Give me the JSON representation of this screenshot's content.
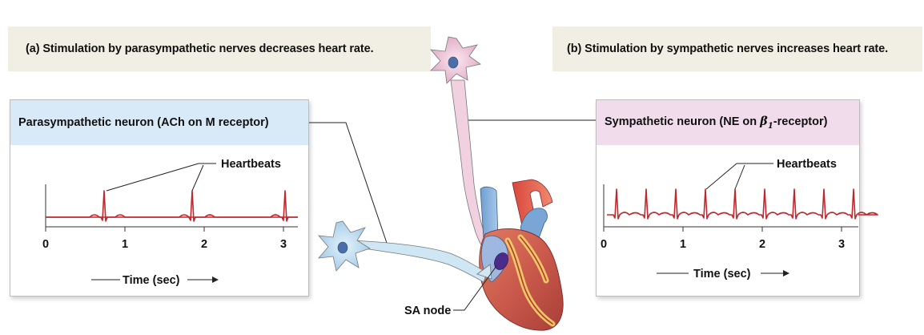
{
  "panel_a": {
    "banner": "(a) Stimulation by parasympathetic nerves decreases heart rate.",
    "title": "Parasympathetic neuron (ACh on M receptor)",
    "heartbeats_label": "Heartbeats",
    "ticks": [
      "0",
      "1",
      "2",
      "3"
    ],
    "axis_label": "Time (sec)"
  },
  "panel_b": {
    "banner": "(b) Stimulation by sympathetic nerves increases heart rate.",
    "title_prefix": "Sympathetic neuron (NE on ",
    "beta": "β",
    "beta_sub": "1",
    "title_suffix": "-receptor)",
    "heartbeats_label": "Heartbeats",
    "ticks": [
      "0",
      "1",
      "2",
      "3"
    ],
    "axis_label": "Time (sec)"
  },
  "heart": {
    "sa_node_label": "SA node"
  },
  "colors": {
    "trace": "#c0262c",
    "banner_bg": "#f1efe3",
    "para_header": "#d8eaf8",
    "symp_header": "#f0dcea",
    "para_neuron": "#cfe6f5",
    "symp_neuron": "#f1d0e0"
  }
}
